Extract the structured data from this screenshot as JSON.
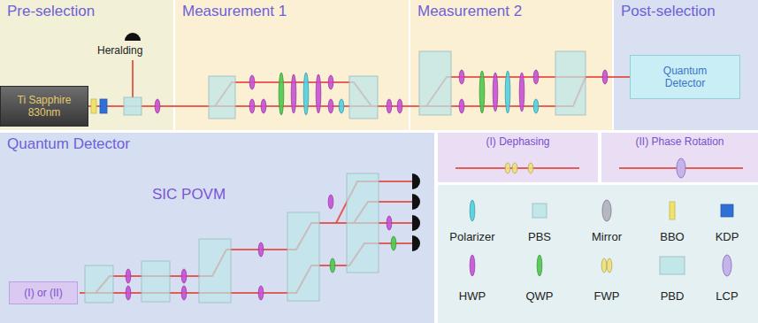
{
  "diagram": {
    "nodes": [
      {
        "text": [
          "Pre-selection"
        ]
      },
      {
        "text": [
          "Ti Sapphire 830nm"
        ],
        "in": 0
      },
      {
        "text": [
          "Measurement 1"
        ]
      },
      {
        "text": [
          "Measurement 2"
        ]
      },
      {
        "text": [
          "Post-selection"
        ]
      },
      {
        "text": [
          "Quantum Detector"
        ],
        "in": 4
      },
      {
        "text": [
          "Quantum Detector"
        ]
      },
      {
        "text": [
          "(I) or (II)"
        ],
        "in": 6
      },
      {
        "text": [
          "(I) Dephasing"
        ]
      },
      {
        "text": [
          "(II) Phase Rotation"
        ]
      }
    ],
    "edges": [
      {
        "from": 1,
        "to": 5,
        "arrow": "none"
      }
    ],
    "labels": [
      "Heralding",
      "SIC POVM"
    ],
    "legend": [
      {
        "text": "Polarizer"
      },
      {
        "text": "PBS"
      },
      {
        "text": "Mirror"
      },
      {
        "text": "BBO"
      },
      {
        "text": "KDP"
      },
      {
        "text": "HWP"
      },
      {
        "text": "QWP"
      },
      {
        "text": "FWP"
      },
      {
        "text": "PBD"
      },
      {
        "text": "LCP"
      }
    ]
  }
}
